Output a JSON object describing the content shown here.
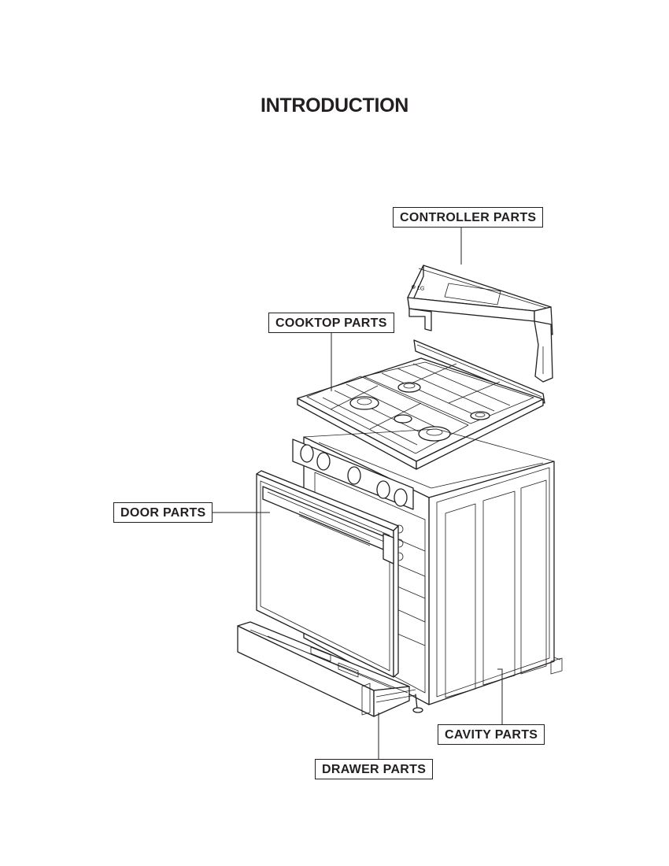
{
  "page": {
    "title": "INTRODUCTION"
  },
  "callouts": {
    "controller": "CONTROLLER PARTS",
    "cooktop": "COOKTOP PARTS",
    "door": "DOOR PARTS",
    "cavity": "CAVITY PARTS",
    "drawer": "DRAWER PARTS"
  },
  "diagram": {
    "subject": "exploded view of gas range",
    "brand_mark": "LG"
  }
}
